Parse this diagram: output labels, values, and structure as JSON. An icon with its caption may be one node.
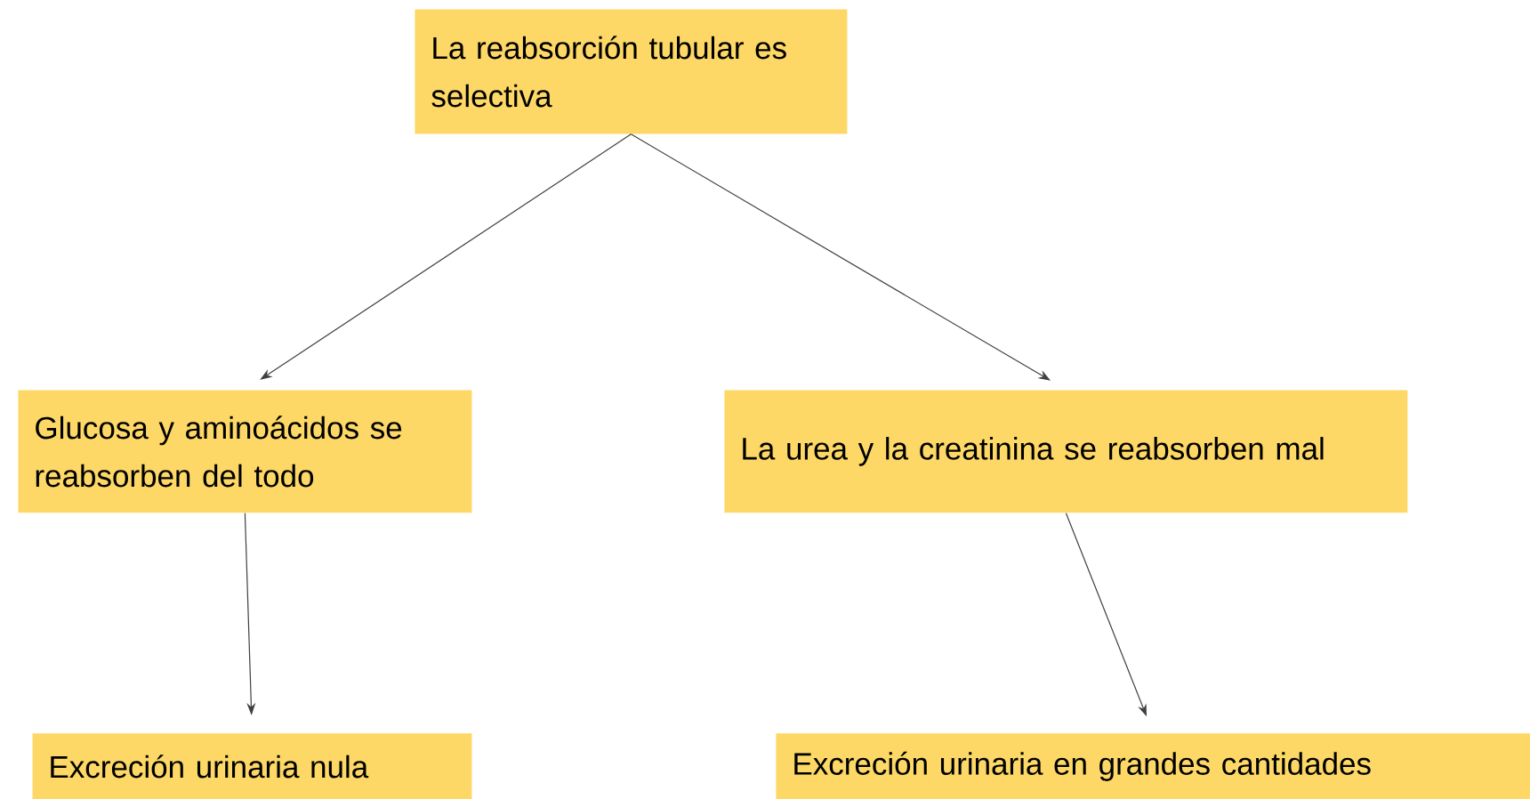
{
  "diagram": {
    "nodes": [
      {
        "text": [
          "La reabsorción tubular es selectiva"
        ]
      },
      {
        "text": [
          "Glucosa y aminoácidos se reabsorben del todo"
        ]
      },
      {
        "text": [
          "La urea y la creatinina se reabsorben mal"
        ]
      },
      {
        "text": [
          "Excreción urinaria nula"
        ]
      },
      {
        "text": [
          "Excreción urinaria en grandes cantidades"
        ]
      }
    ],
    "edges": [
      {
        "from": 0,
        "to": 1,
        "arrow": "to"
      },
      {
        "from": 0,
        "to": 2,
        "arrow": "to"
      },
      {
        "from": 1,
        "to": 3,
        "arrow": "to"
      },
      {
        "from": 2,
        "to": 4,
        "arrow": "to"
      }
    ]
  }
}
